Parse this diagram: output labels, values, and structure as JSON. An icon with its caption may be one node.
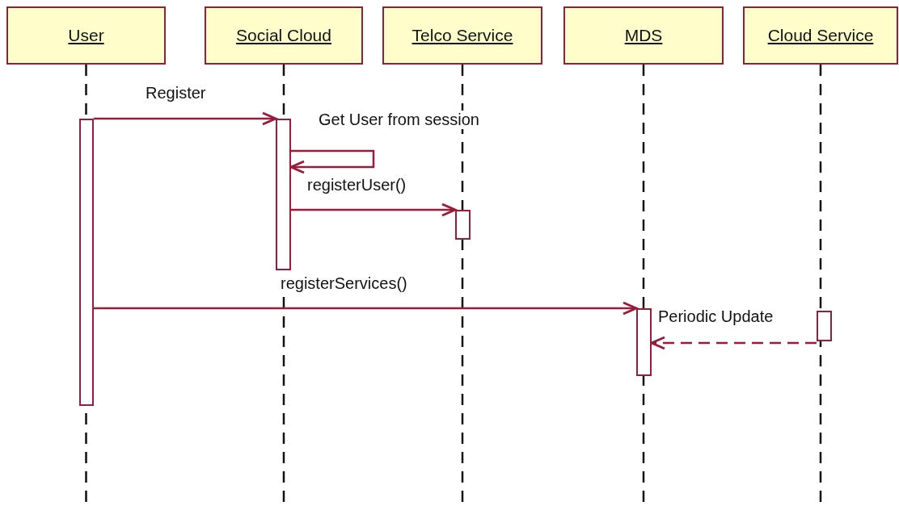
{
  "diagram": {
    "nodes": [
      {
        "text": [
          "User"
        ]
      },
      {
        "text": [
          "Social Cloud"
        ]
      },
      {
        "text": [
          "Telco Service"
        ]
      },
      {
        "text": [
          "MDS"
        ]
      },
      {
        "text": [
          "Cloud Service"
        ]
      },
      {
        "text": [],
        "shape": "bar"
      },
      {
        "text": [],
        "shape": "bar"
      },
      {
        "text": [],
        "shape": "bar"
      },
      {
        "text": [],
        "shape": "bar"
      },
      {
        "text": [],
        "shape": "bar"
      }
    ],
    "edges": [
      {
        "from": 5,
        "to": 6,
        "arrow": "to",
        "label": "Register"
      },
      {
        "from": 6,
        "to": 6,
        "arrow": "to",
        "label": "Get User from session"
      },
      {
        "from": 6,
        "to": 7,
        "arrow": "to",
        "label": "registerUser()"
      },
      {
        "from": 5,
        "to": 8,
        "arrow": "to",
        "label": "registerServices()"
      },
      {
        "from": 9,
        "to": 8,
        "arrow": "to",
        "label": "Periodic Update",
        "style": "dashed"
      }
    ]
  }
}
